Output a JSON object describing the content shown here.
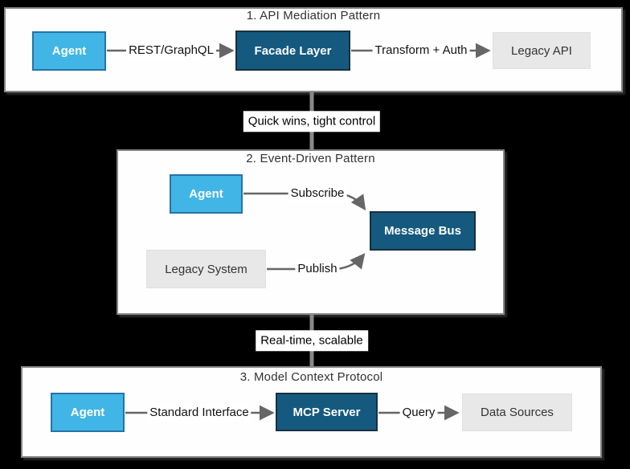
{
  "diagram": {
    "sections": [
      {
        "title": "1. API Mediation Pattern",
        "nodes": [
          {
            "id": "agent",
            "label": "Agent",
            "style": "blue"
          },
          {
            "id": "facade-layer",
            "label": "Facade Layer",
            "style": "dark"
          },
          {
            "id": "legacy-api",
            "label": "Legacy API",
            "style": "gray"
          }
        ],
        "edges": [
          {
            "from": "Agent",
            "to": "Facade Layer",
            "label": "REST/GraphQL"
          },
          {
            "from": "Facade Layer",
            "to": "Legacy API",
            "label": "Transform + Auth"
          }
        ]
      },
      {
        "title": "2. Event-Driven Pattern",
        "nodes": [
          {
            "id": "agent",
            "label": "Agent",
            "style": "blue"
          },
          {
            "id": "message-bus",
            "label": "Message Bus",
            "style": "dark"
          },
          {
            "id": "legacy-system",
            "label": "Legacy System",
            "style": "gray"
          }
        ],
        "edges": [
          {
            "from": "Agent",
            "to": "Message Bus",
            "label": "Subscribe"
          },
          {
            "from": "Legacy System",
            "to": "Message Bus",
            "label": "Publish"
          }
        ]
      },
      {
        "title": "3. Model Context Protocol",
        "nodes": [
          {
            "id": "agent",
            "label": "Agent",
            "style": "blue"
          },
          {
            "id": "mcp-server",
            "label": "MCP Server",
            "style": "dark"
          },
          {
            "id": "data-sources",
            "label": "Data Sources",
            "style": "gray"
          }
        ],
        "edges": [
          {
            "from": "Agent",
            "to": "MCP Server",
            "label": "Standard Interface"
          },
          {
            "from": "MCP Server",
            "to": "Data Sources",
            "label": "Query"
          }
        ]
      }
    ],
    "connectors": [
      {
        "from": "section-1",
        "to": "section-2",
        "label": "Quick wins, tight control"
      },
      {
        "from": "section-2",
        "to": "section-3",
        "label": "Real-time, scalable"
      }
    ],
    "colors": {
      "canvas_bg": "#000000",
      "panel_bg": "#fefefe",
      "panel_border": "#888888",
      "agent_fill": "#41b6e6",
      "agent_border": "#2573a7",
      "dark_fill": "#15597f",
      "dark_border": "#17303f",
      "gray_fill": "#e8e8e8",
      "edge_line": "#666666",
      "connector_line": "#888888",
      "title_text": "#333333"
    }
  }
}
